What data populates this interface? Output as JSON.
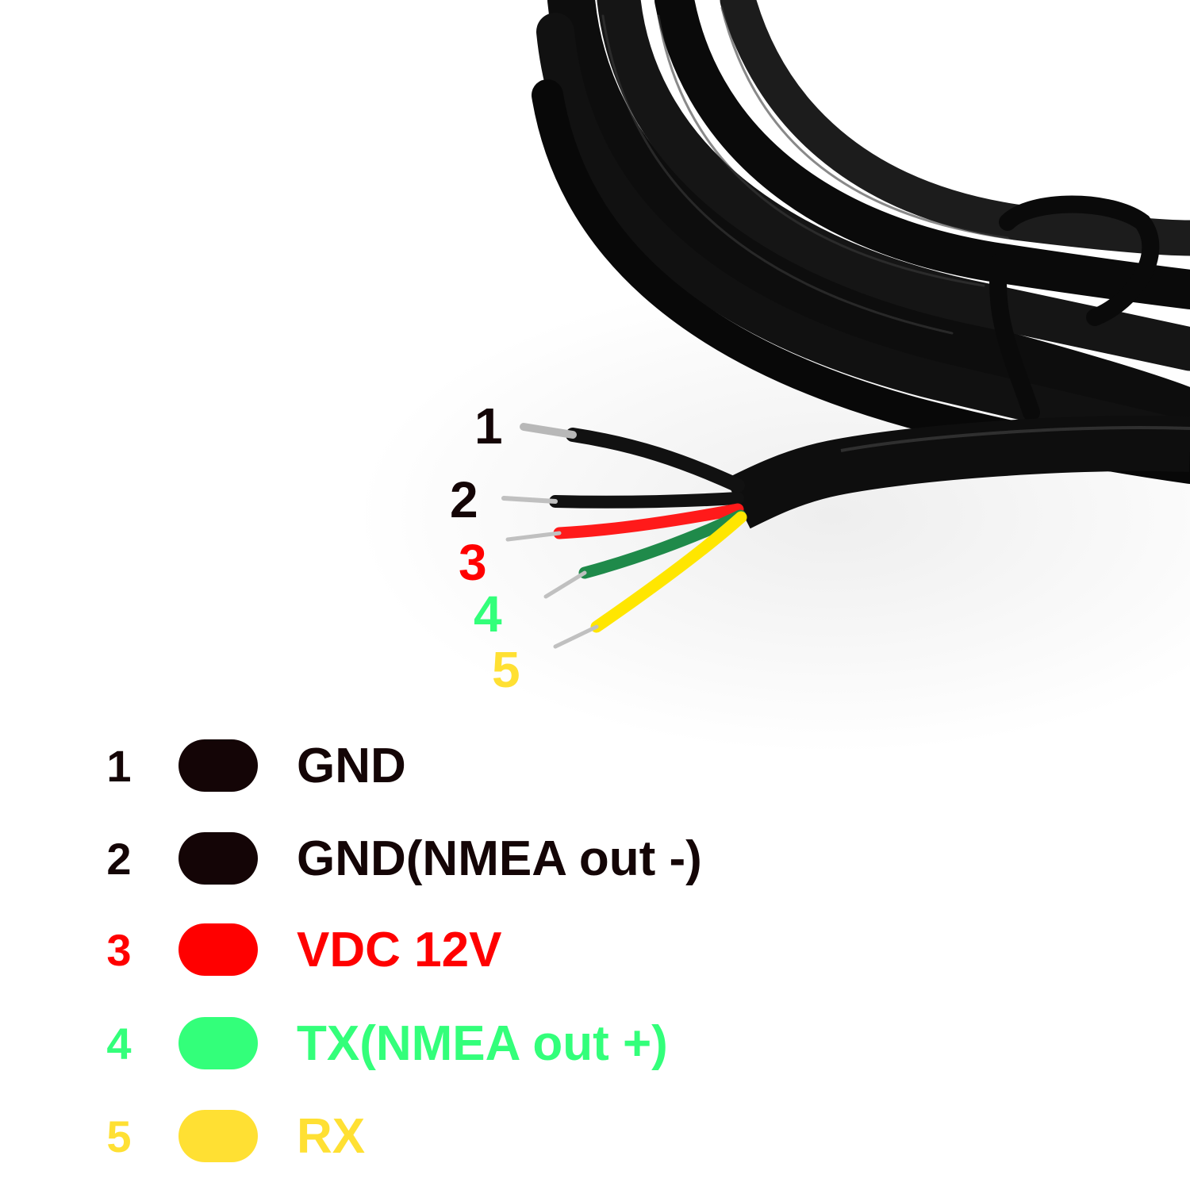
{
  "colors": {
    "black": "#140506",
    "red": "#ff0000",
    "green": "#33ff7a",
    "yellow": "#ffe033"
  },
  "wire_labels": [
    {
      "number": "1",
      "color": "black"
    },
    {
      "number": "2",
      "color": "black"
    },
    {
      "number": "3",
      "color": "red"
    },
    {
      "number": "4",
      "color": "green"
    },
    {
      "number": "5",
      "color": "yellow"
    }
  ],
  "legend": [
    {
      "number": "1",
      "label": "GND",
      "color": "black"
    },
    {
      "number": "2",
      "label": "GND(NMEA out -)",
      "color": "black"
    },
    {
      "number": "3",
      "label": "VDC 12V",
      "color": "red"
    },
    {
      "number": "4",
      "label": "TX(NMEA out +)",
      "color": "green"
    },
    {
      "number": "5",
      "label": "RX",
      "color": "yellow"
    }
  ]
}
